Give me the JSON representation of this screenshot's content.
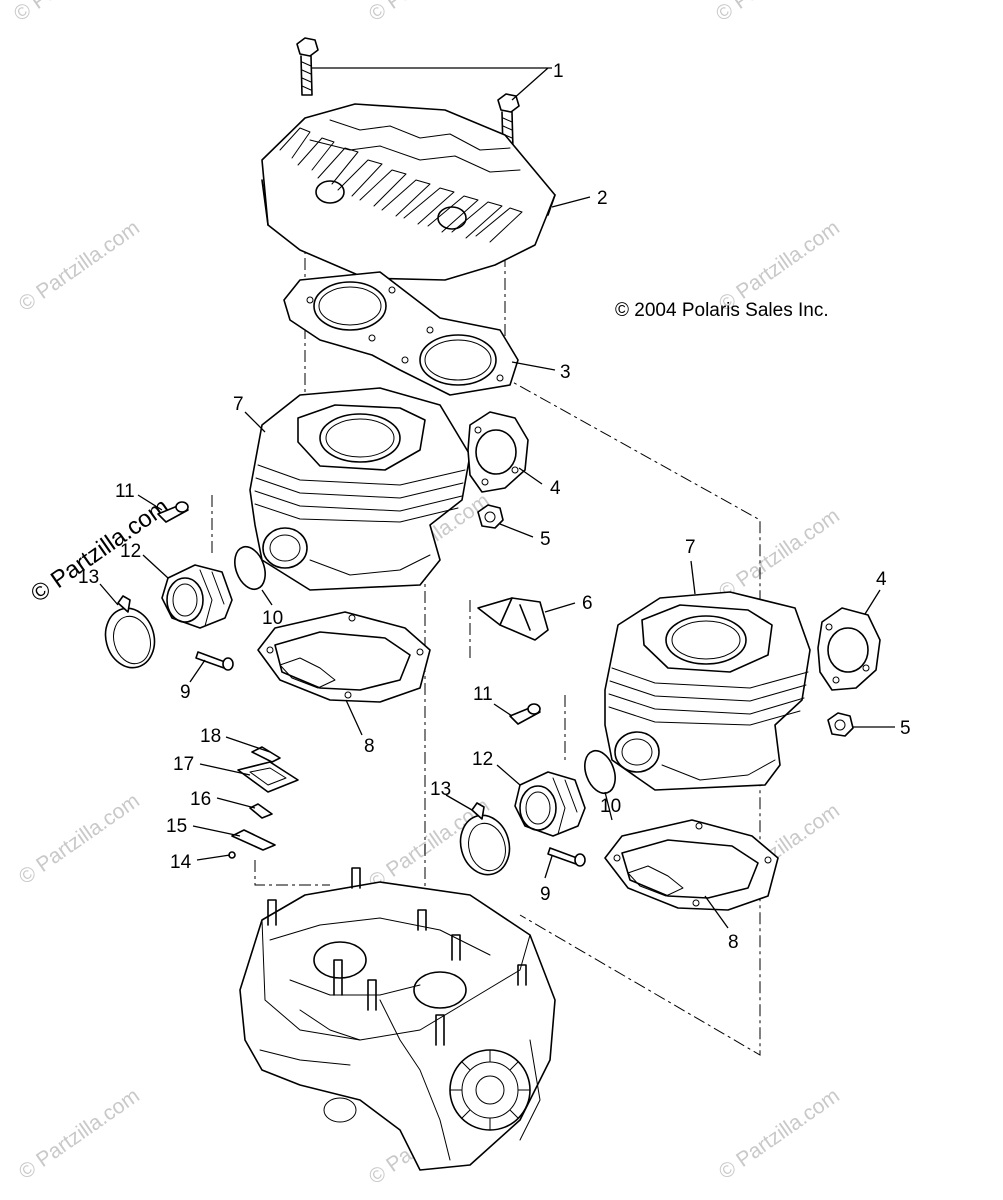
{
  "copyright": "© 2004 Polaris Sales Inc.",
  "watermark": "© Partzilla.com",
  "callouts": {
    "c1": "1",
    "c2": "2",
    "c3": "3",
    "c4a": "4",
    "c4b": "4",
    "c5a": "5",
    "c5b": "5",
    "c6": "6",
    "c7a": "7",
    "c7b": "7",
    "c8a": "8",
    "c8b": "8",
    "c9a": "9",
    "c9b": "9",
    "c10a": "10",
    "c10b": "10",
    "c11a": "11",
    "c11b": "11",
    "c12a": "12",
    "c12b": "12",
    "c13a": "13",
    "c13b": "13",
    "c14": "14",
    "c15": "15",
    "c16": "16",
    "c17": "17",
    "c18": "18"
  },
  "colors": {
    "line": "#000000",
    "watermark": "#c9c9c9",
    "background": "#ffffff"
  }
}
